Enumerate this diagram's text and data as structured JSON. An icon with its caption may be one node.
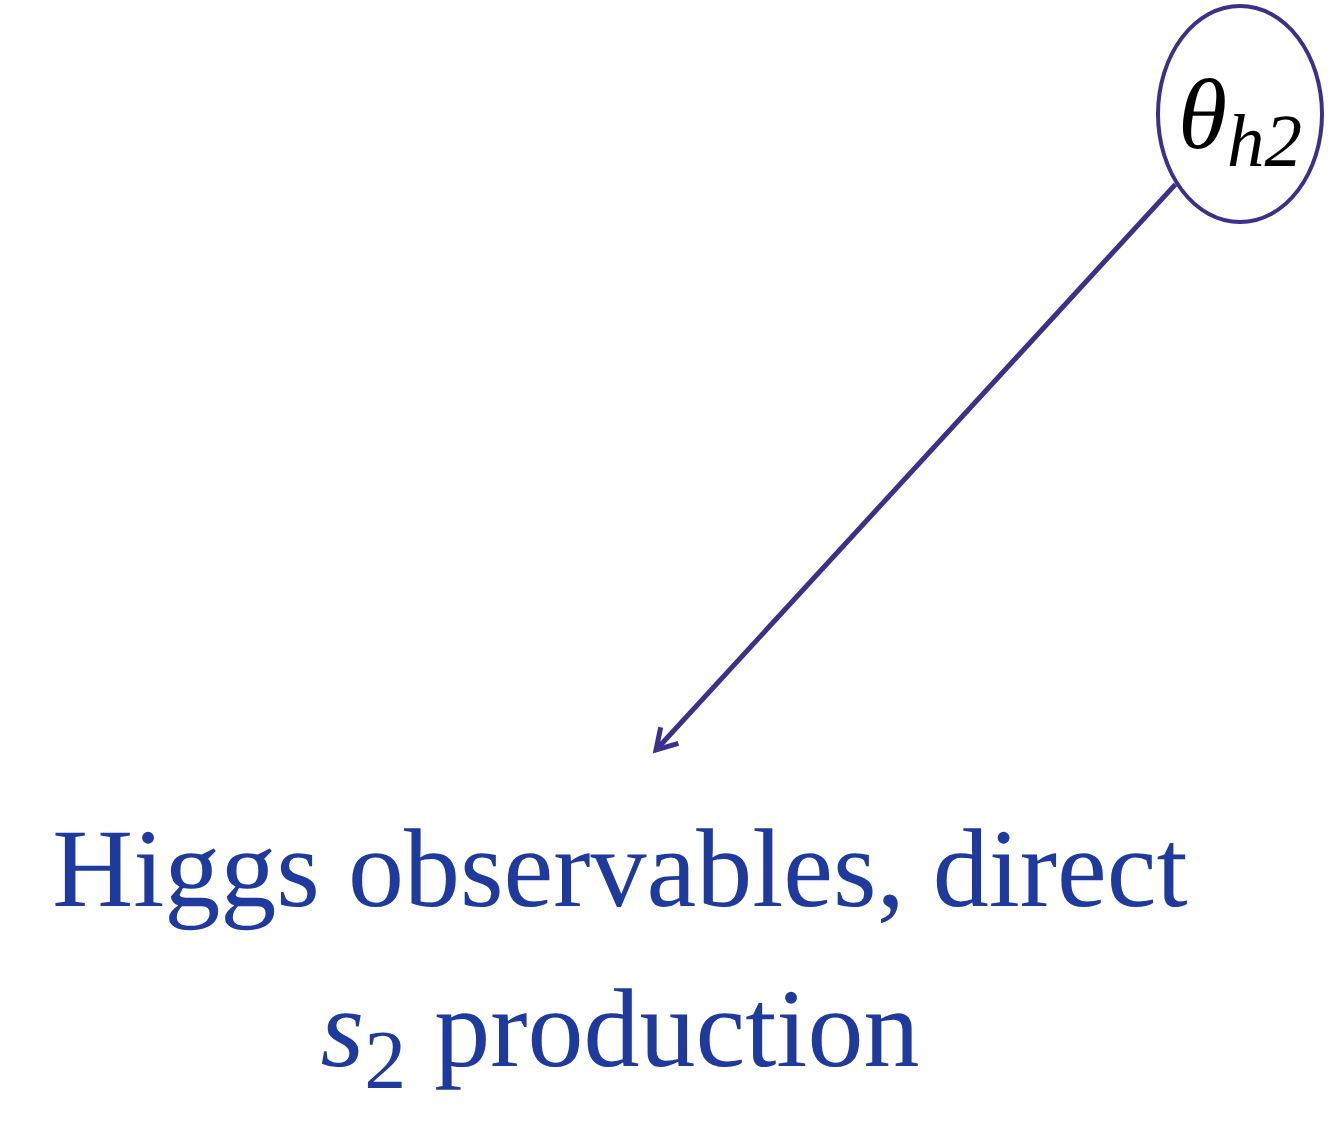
{
  "diagram": {
    "nodes": [
      {
        "text": [
          "θ$_{h2}$"
        ]
      },
      {
        "text": [
          "Higgs observables, direct *s*$_{2}$ production"
        ]
      }
    ],
    "edges": [
      {
        "from": 0,
        "to": 1,
        "arrow": "to"
      }
    ]
  }
}
